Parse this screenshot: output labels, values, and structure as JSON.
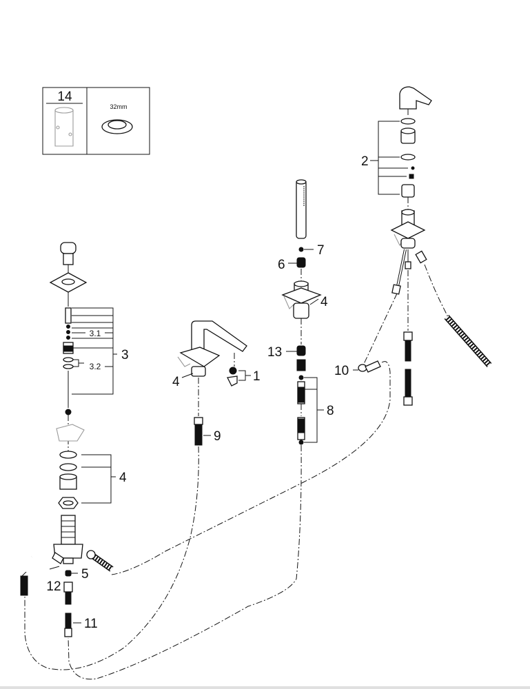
{
  "diagram": {
    "title": "Exploded parts diagram - 4-hole bath/shower mixer",
    "tool_box": {
      "part_number": "14",
      "tool_size_label": "32mm"
    },
    "callouts": {
      "c1": "1",
      "c2": "2",
      "c3": "3",
      "c3_1": "3.1",
      "c3_2": "3.2",
      "c4_left": "4",
      "c4_spout": "4",
      "c4_handshower": "4",
      "c5": "5",
      "c6": "6",
      "c7": "7",
      "c8": "8",
      "c9": "9",
      "c10": "10",
      "c11": "11",
      "c12": "12",
      "c13": "13"
    }
  }
}
